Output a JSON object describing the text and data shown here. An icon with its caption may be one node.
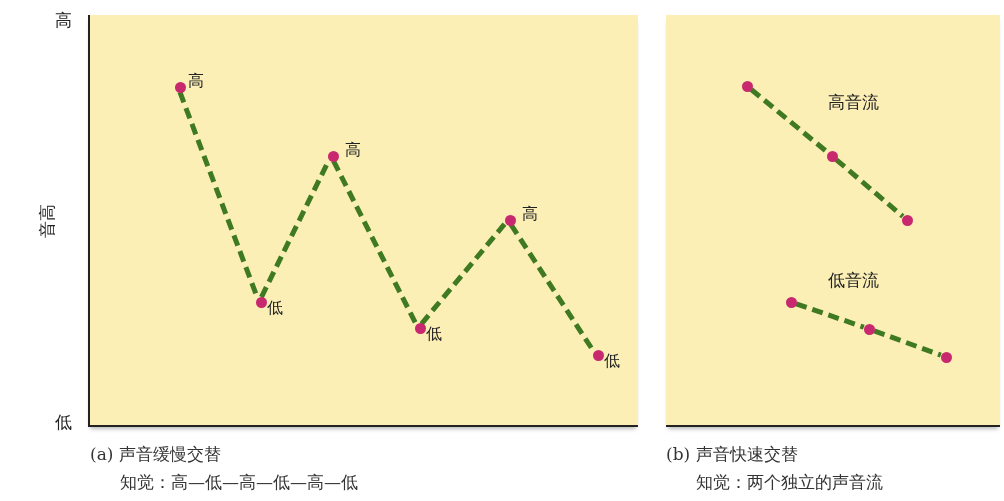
{
  "diagram": {
    "nodes": [
      {
        "text": [
          "(a) 声音缓慢交替",
          "知觉：高—低—高—低—高—低"
        ]
      },
      {
        "text": [
          "(b) 声音快速交替",
          "知觉：两个独立的声音流"
        ]
      },
      {
        "text": [],
        "shape": "circle",
        "in": 0,
        "beside": [
          "高"
        ]
      },
      {
        "text": [],
        "shape": "circle",
        "in": 0,
        "beside": [
          "低"
        ]
      },
      {
        "text": [],
        "shape": "circle",
        "in": 0,
        "beside": [
          "高"
        ]
      },
      {
        "text": [],
        "shape": "circle",
        "in": 0,
        "beside": [
          "低"
        ]
      },
      {
        "text": [],
        "shape": "circle",
        "in": 0,
        "beside": [
          "高"
        ]
      },
      {
        "text": [],
        "shape": "circle",
        "in": 0,
        "beside": [
          "低"
        ]
      },
      {
        "text": [],
        "shape": "circle",
        "in": 1
      },
      {
        "text": [],
        "shape": "circle",
        "in": 1
      },
      {
        "text": [],
        "shape": "circle",
        "in": 1
      },
      {
        "text": [],
        "shape": "circle",
        "in": 1
      },
      {
        "text": [],
        "shape": "circle",
        "in": 1
      },
      {
        "text": [],
        "shape": "circle",
        "in": 1
      }
    ],
    "edges": [
      {
        "from": 2,
        "to": 3,
        "arrow": "none",
        "style": "dashed"
      },
      {
        "from": 3,
        "to": 4,
        "arrow": "none",
        "style": "dashed"
      },
      {
        "from": 4,
        "to": 5,
        "arrow": "none",
        "style": "dashed"
      },
      {
        "from": 5,
        "to": 6,
        "arrow": "none",
        "style": "dashed"
      },
      {
        "from": 6,
        "to": 7,
        "arrow": "none",
        "style": "dashed"
      },
      {
        "from": 8,
        "to": 9,
        "arrow": "none",
        "style": "dashed"
      },
      {
        "from": 9,
        "to": 10,
        "arrow": "none",
        "style": "dashed"
      },
      {
        "from": 11,
        "to": 12,
        "arrow": "none",
        "style": "dashed"
      },
      {
        "from": 12,
        "to": 13,
        "arrow": "none",
        "style": "dashed"
      }
    ],
    "labels": [
      "高",
      "音高",
      "低",
      "高音流",
      "低音流"
    ]
  }
}
